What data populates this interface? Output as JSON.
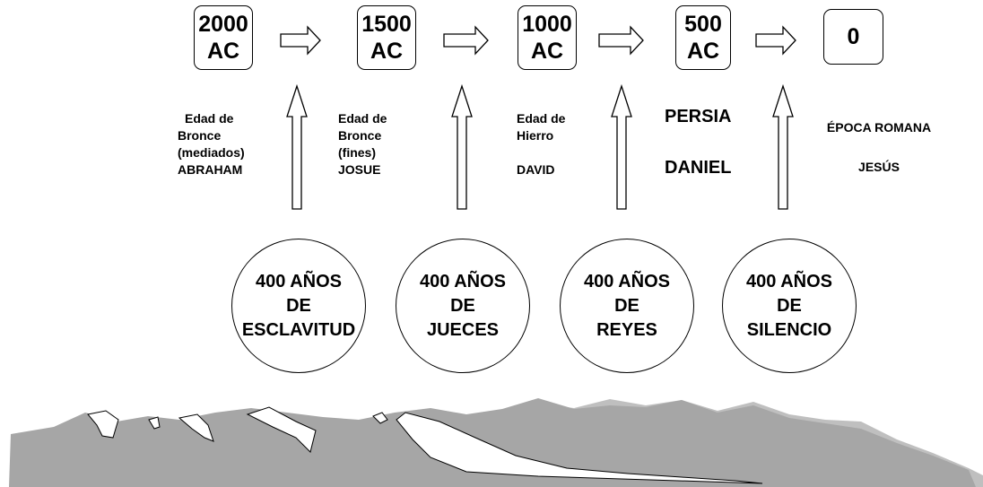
{
  "timeline": [
    {
      "line1": "2000",
      "line2": "AC"
    },
    {
      "line1": "1500",
      "line2": "AC"
    },
    {
      "line1": "1000",
      "line2": "AC"
    },
    {
      "line1": "500",
      "line2": "AC"
    },
    {
      "line1": "0",
      "line2": ""
    }
  ],
  "eras": [
    {
      "lines": [
        "Edad de",
        "Bronce",
        "(mediados)",
        "ABRAHAM"
      ]
    },
    {
      "lines": [
        "Edad de",
        "Bronce",
        "(fines)",
        "JOSUE"
      ]
    },
    {
      "lines": [
        "Edad de",
        "Hierro",
        "DAVID"
      ]
    },
    {
      "lines": [
        "PERSIA",
        "DANIEL"
      ]
    },
    {
      "lines": [
        "ÉPOCA ROMANA",
        "JESÚS"
      ]
    }
  ],
  "periods": [
    {
      "line1": "400 AÑOS",
      "line2": "DE",
      "line3": "ESCLAVITUD"
    },
    {
      "line1": "400 AÑOS",
      "line2": "DE",
      "line3": "JUECES"
    },
    {
      "line1": "400 AÑOS",
      "line2": "DE",
      "line3": "REYES"
    },
    {
      "line1": "400 AÑOS",
      "line2": "DE",
      "line3": "SILENCIO"
    }
  ],
  "colors": {
    "mountain": "#a6a6a6",
    "mountain_back": "#bfbfbf",
    "snow": "#ffffff",
    "stroke": "#000000"
  }
}
